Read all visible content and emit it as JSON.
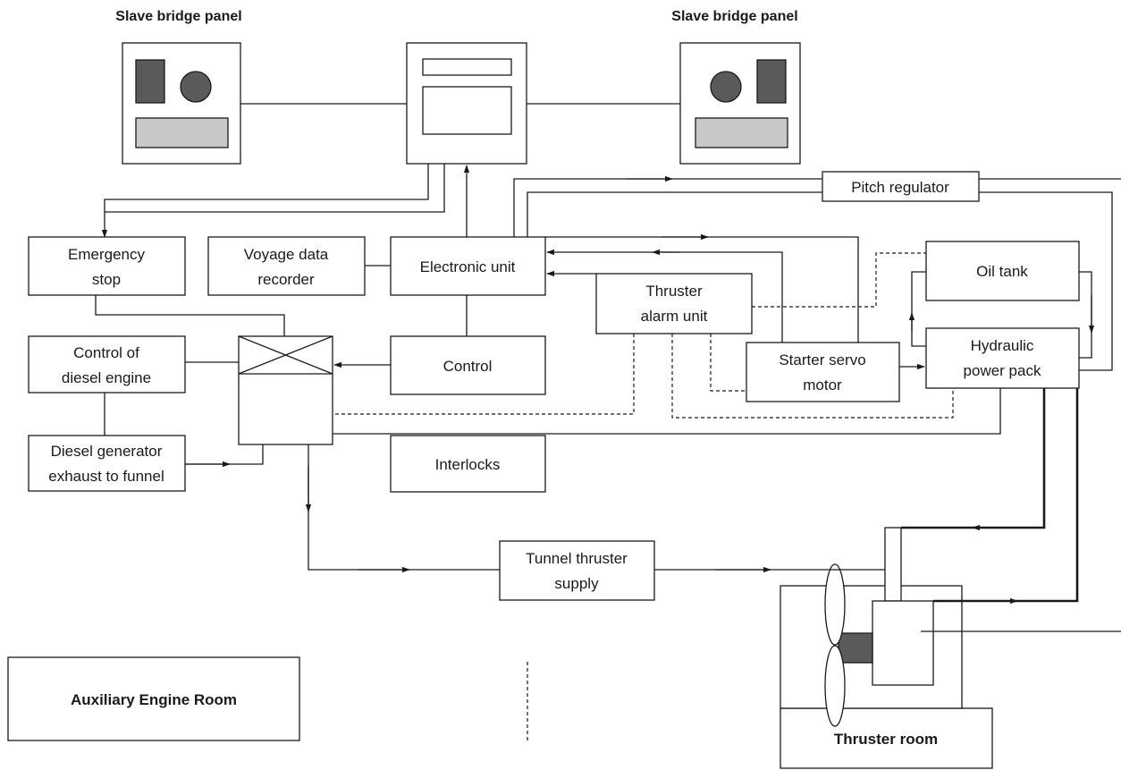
{
  "headers": {
    "left_panel": "Slave bridge panel",
    "right_panel": "Slave bridge panel"
  },
  "blocks": {
    "emergency_stop": [
      "Emergency",
      "stop"
    ],
    "voyage_data_recorder": [
      "Voyage data",
      "recorder"
    ],
    "electronic_unit": "Electronic unit",
    "pitch_regulator": "Pitch regulator",
    "oil_tank": "Oil tank",
    "thruster_alarm_unit": [
      "Thruster",
      "alarm unit"
    ],
    "hydraulic_power_pack": [
      "Hydraulic",
      "power pack"
    ],
    "control_of_diesel_engine": [
      "Control of",
      "diesel engine"
    ],
    "control": "Control",
    "starter_servo_motor": [
      "Starter servo",
      "motor"
    ],
    "diesel_generator_exhaust": [
      "Diesel generator",
      "exhaust to funnel"
    ],
    "interlocks": "Interlocks",
    "tunnel_thruster_supply": [
      "Tunnel thruster",
      "supply"
    ]
  },
  "rooms": {
    "auxiliary_engine_room": "Auxiliary Engine Room",
    "thruster_room": "Thruster room"
  },
  "colors": {
    "line": "#1a1a1a",
    "panel_dark": "#5a5a5a",
    "panel_light": "#c8c8c8",
    "motor_coupling": "#5a5a5a"
  }
}
